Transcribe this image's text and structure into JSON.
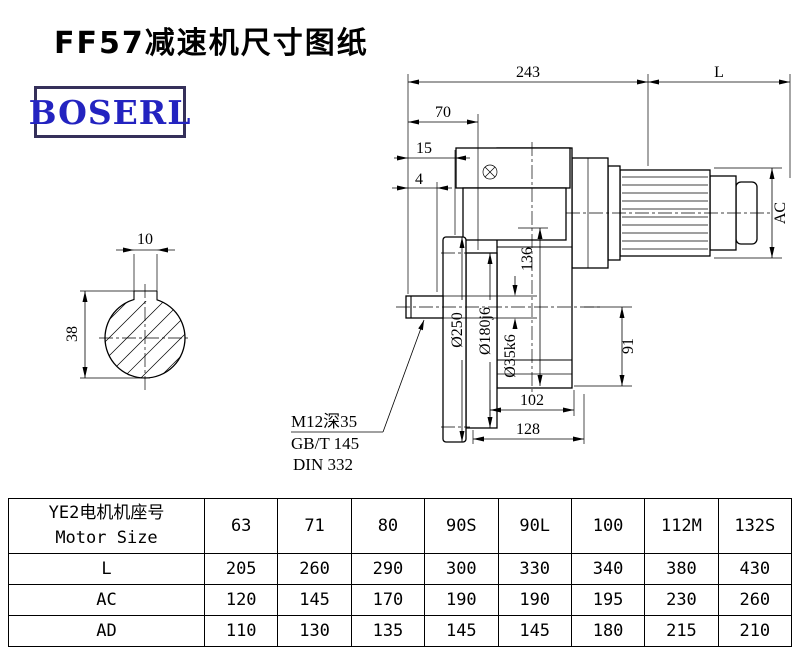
{
  "page": {
    "title": "FF57减速机尺寸图纸",
    "brand": "BOSERL"
  },
  "drawing": {
    "dims": {
      "total_len": "243",
      "motor_len": "L",
      "d70": "70",
      "d15": "15",
      "d4": "4",
      "ac": "AC",
      "d136": "136",
      "d91": "91",
      "d102": "102",
      "d128": "128",
      "flange_dia": "Ø250",
      "spigot_dia": "Ø180j6",
      "shaft_dia": "Ø35k6",
      "key_width": "10",
      "key_depth": "38"
    },
    "notes": {
      "tap": "M12深35",
      "std1": "GB/T 145",
      "std2": "DIN 332"
    }
  },
  "table": {
    "header_cn": "YE2电机机座号",
    "header_en": "Motor Size",
    "sizes": [
      "63",
      "71",
      "80",
      "90S",
      "90L",
      "100",
      "112M",
      "132S"
    ],
    "rows": [
      {
        "label": "L",
        "values": [
          "205",
          "260",
          "290",
          "300",
          "330",
          "340",
          "380",
          "430"
        ]
      },
      {
        "label": "AC",
        "values": [
          "120",
          "145",
          "170",
          "190",
          "190",
          "195",
          "230",
          "260"
        ]
      },
      {
        "label": "AD",
        "values": [
          "110",
          "130",
          "135",
          "145",
          "145",
          "180",
          "215",
          "210"
        ]
      }
    ]
  }
}
